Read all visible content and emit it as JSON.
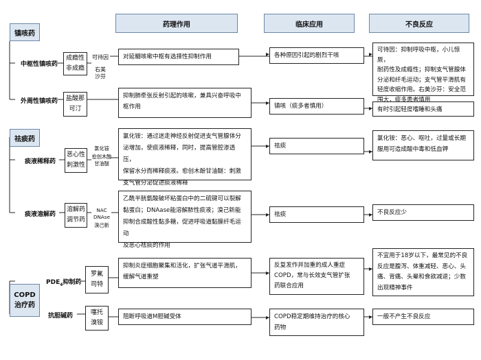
{
  "headers": {
    "pharmacology": "药理作用",
    "clinical": "临床应用",
    "adverse": "不良反应"
  },
  "categories": {
    "antitussive": "镇咳药",
    "expectorant": "祛痰药",
    "copd": [
      "COPD",
      "治疗药"
    ]
  },
  "subclasses": {
    "central": "中枢性镇咳药",
    "peripheral": "外周性镇咳药",
    "sputum_dilute": "痰液稀释药",
    "sputum_lyse": "痰液溶解药",
    "pde4_prefix": "PDE",
    "pde4_sub": "4",
    "pde4_suffix": "抑制药",
    "anticholinergic": "抗胆碱药"
  },
  "drug_types": {
    "central": [
      "成瘾性",
      "非成瘾"
    ],
    "peripheral": [
      "盐酸那",
      "可汀"
    ],
    "sputum_dilute": [
      "恶心性",
      "刺激性"
    ],
    "sputum_lyse": [
      "溶解药",
      "调节药"
    ],
    "pde4": [
      "罗氟",
      "司特"
    ],
    "anticholinergic": [
      "噻托",
      "溴铵"
    ]
  },
  "drug_names": {
    "central": [
      "可待因",
      "右美",
      "沙芬"
    ],
    "sputum_dilute": [
      "氯化铵",
      "愈创木酚",
      "甘油醚"
    ],
    "sputum_lyse": [
      "NAC",
      "DNAse",
      "溴己新"
    ]
  },
  "pharmacology": {
    "central": "对延髓咳嗽中枢有选择性抑制作用",
    "peripheral": [
      "抑制肺牵张反射引起的咳嗽，兼具兴奋呼吸中",
      "枢作用"
    ],
    "sputum_dilute": [
      "氯化铵：通过迷走神经反射促进支气管腺体分",
      "泌增加，使痰液稀释，同时，提高管腔渗透压，",
      "保留水分而稀释痰液。愈创木酚甘油醚：刺激",
      "支气管分泌促进痰液稀释"
    ],
    "sputum_lyse": [
      "乙酰半胱氨酸破坏粘蛋白中的二硫键可以裂解",
      "黏蛋白；DNAase能溶解脓性痰液；溴己新能",
      "抑制合成酸性黏多糖，促进呼吸道黏膜纤毛运动",
      "及恶心祛痰的作用"
    ],
    "pde4": [
      "抑制炎症细胞聚集和活化，扩张气道平滑肌，",
      "缓解气道重塑"
    ],
    "anticholinergic": "阻断呼吸道M胆碱受体"
  },
  "clinical": {
    "central": "各种原因引起的剧烈干咳",
    "peripheral": "镇咳（痰多者慎用）",
    "sputum_dilute": "祛痰",
    "sputum_lyse": "祛痰",
    "pde4": [
      "反复发作并加重的成人重症",
      "COPD，常与长效支气管扩张",
      "药联合应用"
    ],
    "anticholinergic": [
      "COPD稳定期维持治疗的核心",
      "药物"
    ]
  },
  "adverse": {
    "antitussive": [
      "可待因：抑制呼吸中枢，小儿惊厥，",
      "耐药性及成瘾性；抑制支气管腺体",
      "分泌和纤毛运动；支气管平滑肌有",
      "轻度收缩作用。右美沙芬：安全范",
      "围大，痰多患者慎用"
    ],
    "peripheral": "有时引起轻度嗜睡和头痛",
    "sputum_dilute": [
      "氯化铵：恶心、呕吐，过量或长期",
      "服用可造成酸中毒和低血钾"
    ],
    "sputum_lyse": "不良反应少",
    "pde4": [
      "不宜用于18岁以下，最常见的不良",
      "反应是腹泻、体重减轻、恶心、头",
      "痛、背痛、头晕和食欲减退；少数",
      "出现精神事件"
    ],
    "anticholinergic": "一般不产生不良反应"
  },
  "colors": {
    "header_fill": "#dce6f1",
    "header_border": "#6d85a8",
    "line": "#222222"
  }
}
